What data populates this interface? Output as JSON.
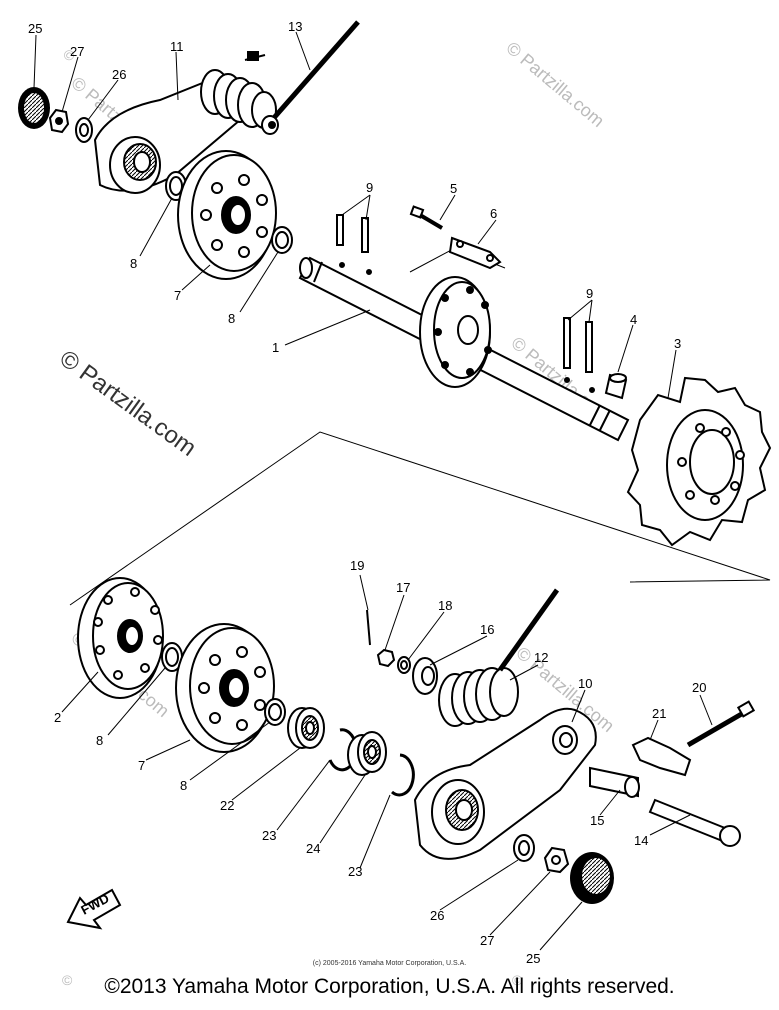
{
  "callouts": {
    "c1": "1",
    "c2": "2",
    "c3": "3",
    "c4": "4",
    "c5": "5",
    "c6": "6",
    "c7a": "7",
    "c7b": "7",
    "c8a": "8",
    "c8b": "8",
    "c8c": "8",
    "c8d": "8",
    "c9a": "9",
    "c9b": "9",
    "c10": "10",
    "c11": "11",
    "c12": "12",
    "c13": "13",
    "c14": "14",
    "c15": "15",
    "c16": "16",
    "c17": "17",
    "c18": "18",
    "c19": "19",
    "c20": "20",
    "c21": "21",
    "c22": "22",
    "c23a": "23",
    "c23b": "23",
    "c24": "24",
    "c25a": "25",
    "c25b": "25",
    "c26a": "26",
    "c26b": "26",
    "c27a": "27",
    "c27b": "27"
  },
  "fwd_label": "FWD",
  "watermark": "© Partzilla.com",
  "watermark_symbol": "©",
  "small_copyright": "(c) 2005-2016 Yamaha Motor Corporation, U.S.A.",
  "copyright": "©2013 Yamaha Motor Corporation, U.S.A. All rights reserved."
}
